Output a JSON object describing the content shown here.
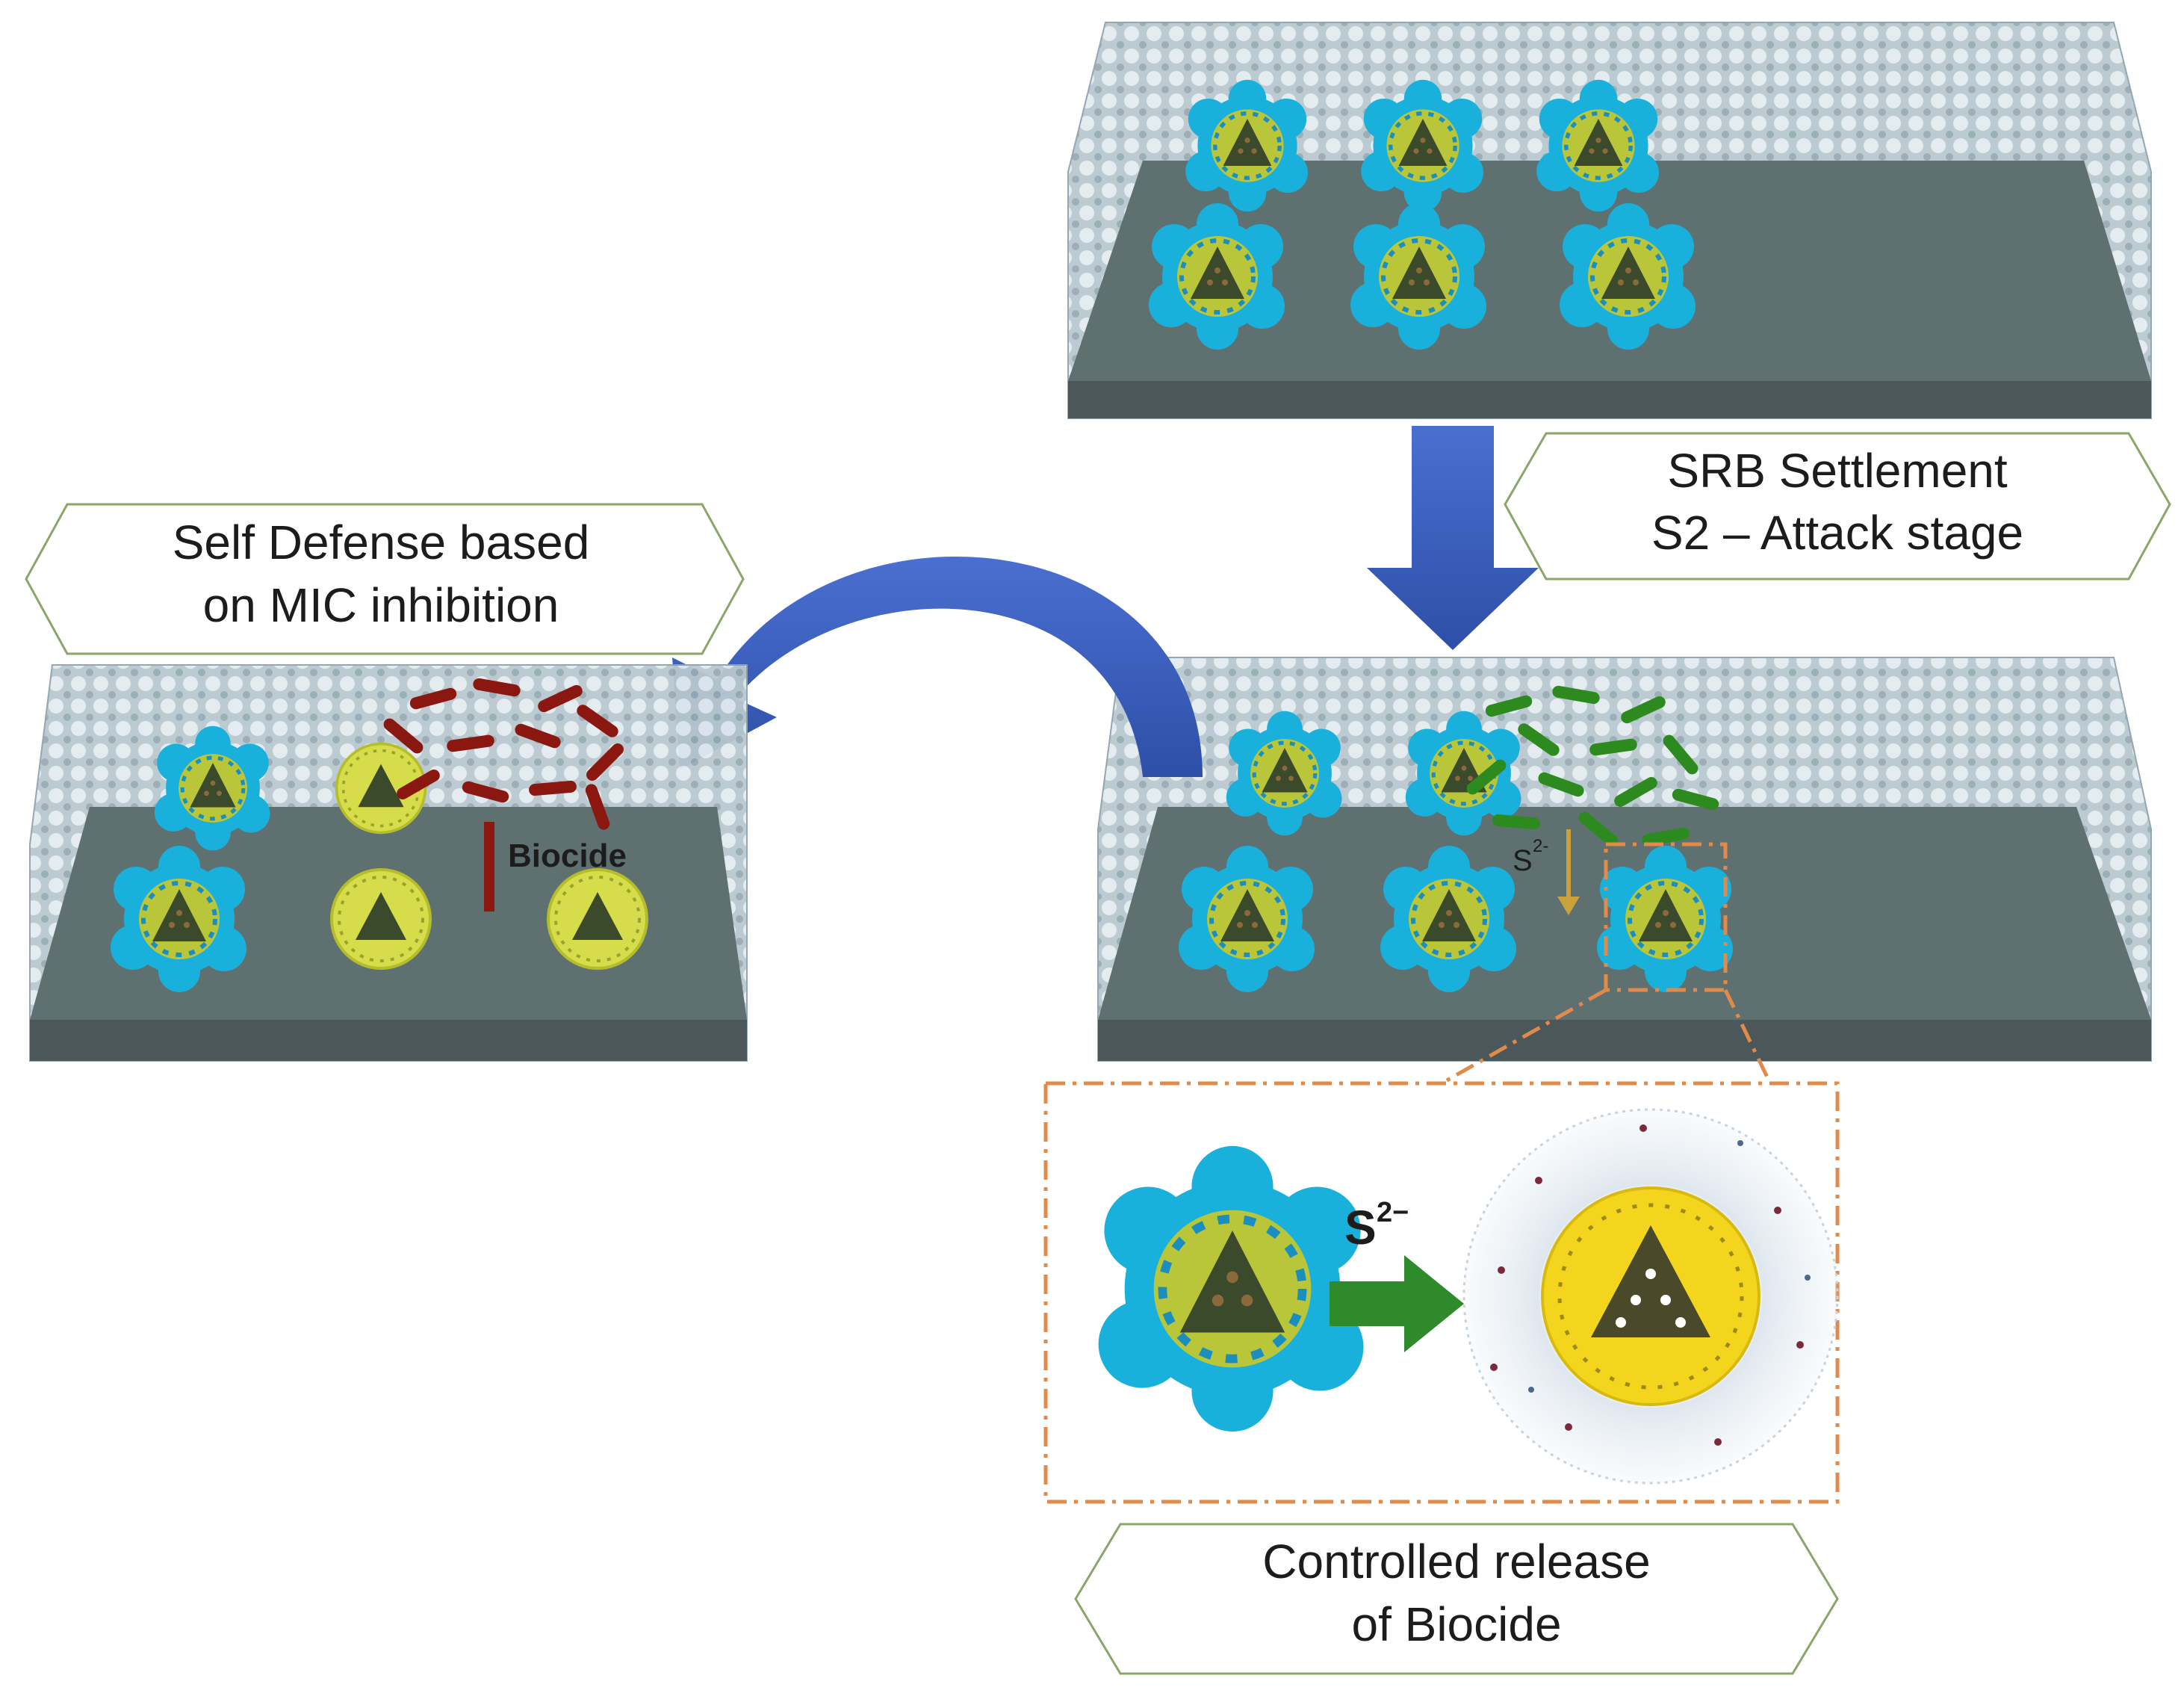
{
  "figure": {
    "labels": {
      "settlement_line1": "SRB Settlement",
      "settlement_line2": "S2 – Attack stage",
      "defense_line1": "Self Defense based",
      "defense_line2": "on MIC inhibition",
      "release_line1": "Controlled release",
      "release_line2": "of Biocide",
      "biocide_tag": "Biocide",
      "sulfide_small": "S",
      "sulfide_small_sup": "2-",
      "sulfide_base": "S",
      "sulfide_sup": "2−"
    },
    "colors": {
      "plate": "#5f7071",
      "nanocontainer_shell": "#1ab0dc",
      "released_shell": "#f2d51c",
      "srb_active": "#2d8a1e",
      "srb_inhibited": "#8a1710",
      "process_arrow": "#3457b5",
      "release_arrow": "#2e8a2a",
      "zoom_frame": "#e08a4c"
    },
    "icons": [
      "down-arrow-icon",
      "curved-arrow-icon",
      "release-arrow-icon"
    ]
  }
}
